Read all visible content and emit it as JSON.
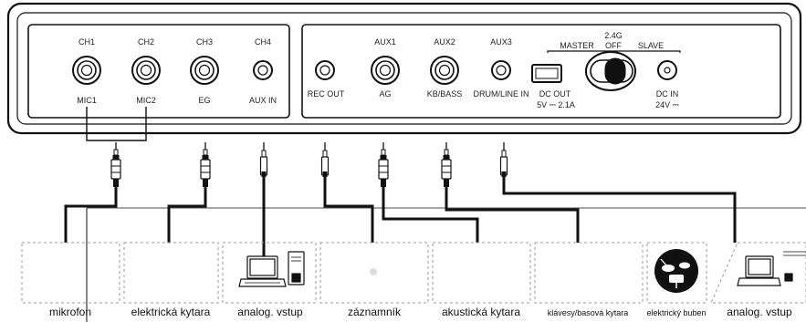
{
  "panel": {
    "left_jacks": [
      {
        "top": "CH1",
        "bottom": "MIC1"
      },
      {
        "top": "CH2",
        "bottom": "MIC2"
      },
      {
        "top": "CH3",
        "bottom": "EG"
      },
      {
        "top": "CH4",
        "bottom": "AUX IN"
      }
    ],
    "rec_out": "REC OUT",
    "aux_jacks": [
      {
        "top": "AUX1",
        "bottom": "AG"
      },
      {
        "top": "AUX2",
        "bottom": "KB/BASS"
      },
      {
        "top": "AUX3",
        "bottom": "DRUM/LINE IN"
      }
    ],
    "dc_out": {
      "label": "DC OUT",
      "spec": "5V ⎓ 2.1A"
    },
    "switch": {
      "title": "2.4G",
      "off": "OFF",
      "master": "MASTER",
      "slave": "SLAVE"
    },
    "dc_in": {
      "label": "DC IN",
      "spec": "24V ⎓"
    }
  },
  "devices": [
    {
      "label": "mikrofon"
    },
    {
      "label": "elektrická kytara"
    },
    {
      "label": "analog. vstup"
    },
    {
      "label": "záznamník"
    },
    {
      "label": "akustická kytara"
    },
    {
      "label": "klávesy/basová kytara"
    },
    {
      "label": "elektrický buben"
    },
    {
      "label": "analog. vstup"
    }
  ]
}
